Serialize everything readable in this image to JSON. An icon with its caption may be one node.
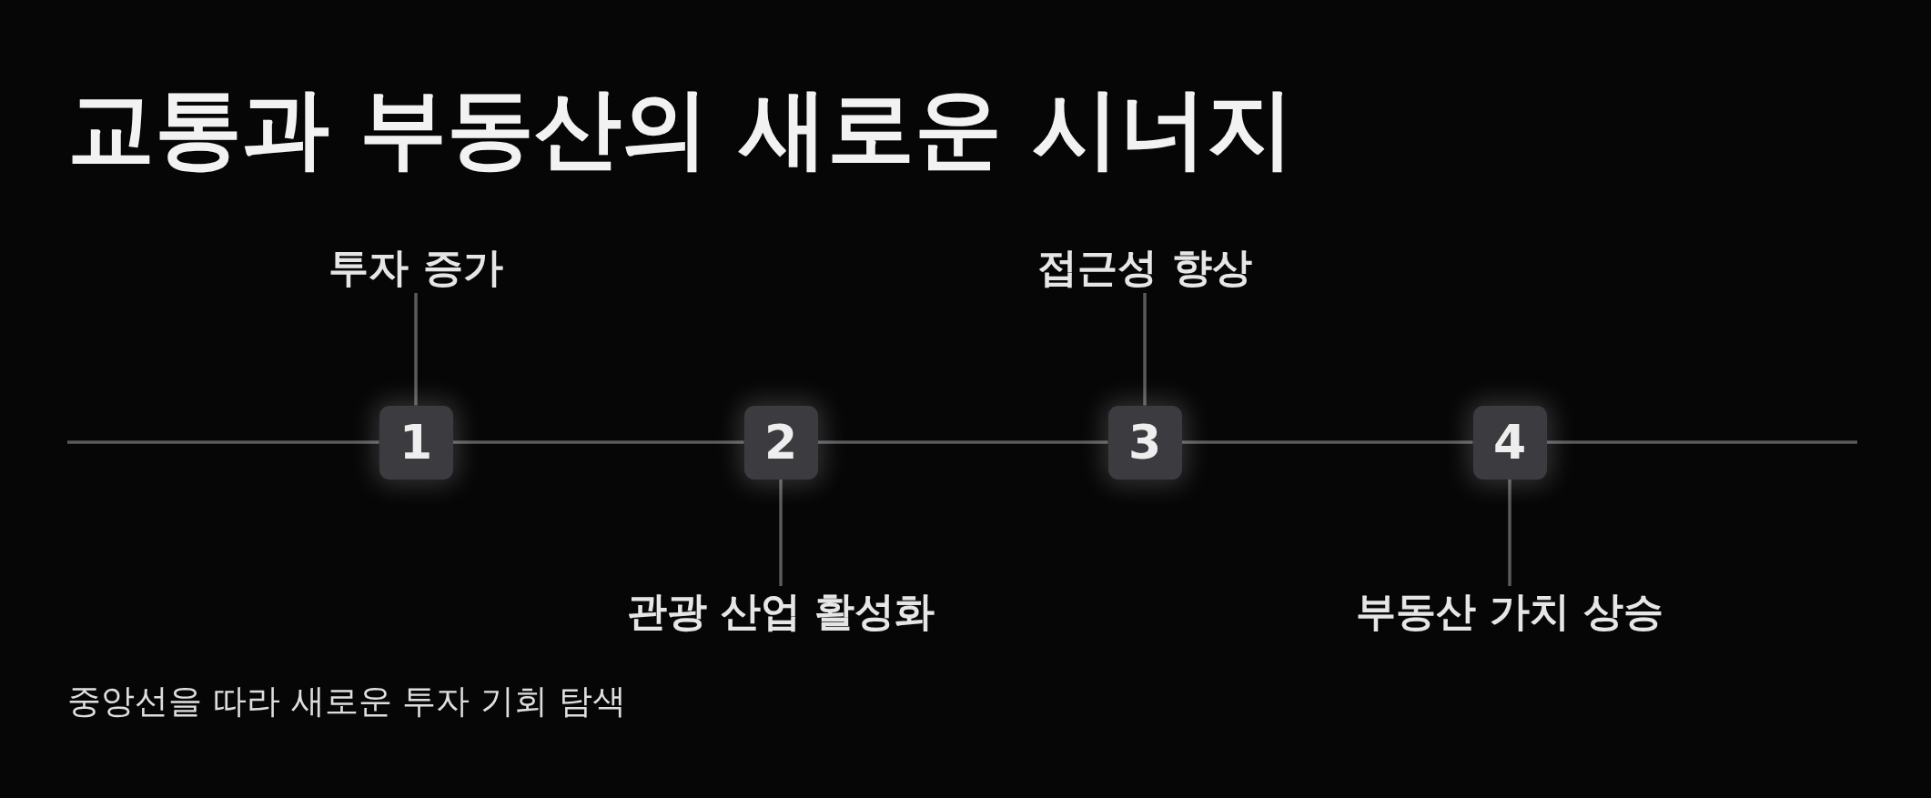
{
  "diagram": {
    "title": "교통과 부동산의 새로운 시너지",
    "caption": "중앙선을 따라 새로운 투자 기회 탐색",
    "nodes": [
      {
        "text": [
          "1"
        ]
      },
      {
        "text": [
          "2"
        ]
      },
      {
        "text": [
          "3"
        ]
      },
      {
        "text": [
          "4"
        ]
      },
      {
        "text": [
          "투자 증가"
        ]
      },
      {
        "text": [
          "관광 산업 활성화"
        ]
      },
      {
        "text": [
          "접근성 향상"
        ]
      },
      {
        "text": [
          "부동산 가치 상승"
        ]
      }
    ],
    "edges": [
      {
        "from": null,
        "to": 0,
        "arrow": "none"
      },
      {
        "from": 0,
        "to": 1,
        "arrow": "none"
      },
      {
        "from": 1,
        "to": 2,
        "arrow": "none"
      },
      {
        "from": 2,
        "to": 3,
        "arrow": "none"
      },
      {
        "from": 3,
        "to": null,
        "arrow": "none"
      },
      {
        "from": 4,
        "to": 0,
        "arrow": "none"
      },
      {
        "from": 1,
        "to": 5,
        "arrow": "none"
      },
      {
        "from": 6,
        "to": 2,
        "arrow": "none"
      },
      {
        "from": 3,
        "to": 7,
        "arrow": "none"
      }
    ]
  }
}
